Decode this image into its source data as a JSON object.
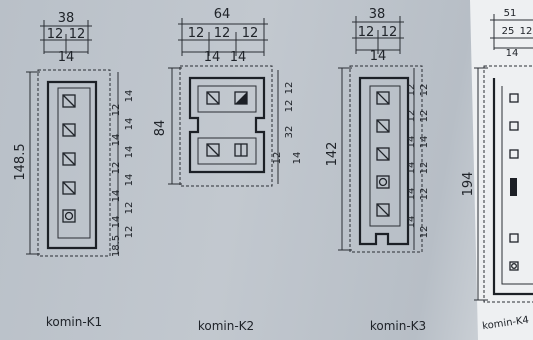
{
  "k1": {
    "caption": "komin-K1",
    "top_total": "38",
    "top_parts": [
      "12",
      "12"
    ],
    "top_sub": "14",
    "height": "148.5",
    "right_dims": [
      "14",
      "14",
      "14",
      "14",
      "12",
      "14",
      "12",
      "14",
      "12",
      "14",
      "12"
    ],
    "bottom_dim": "18.5"
  },
  "k2": {
    "caption": "komin-K2",
    "top_total": "64",
    "top_parts": [
      "12",
      "12",
      "12"
    ],
    "top_sub": [
      "14",
      "14"
    ],
    "height": "84",
    "right_dims": [
      "12",
      "12",
      "32",
      "12",
      "14"
    ]
  },
  "k3": {
    "caption": "komin-K3",
    "top_total": "38",
    "top_parts": [
      "12",
      "12"
    ],
    "top_sub": "14",
    "height": "142",
    "right_dims": [
      "12",
      "12",
      "12",
      "12",
      "14",
      "14",
      "14",
      "12",
      "14",
      "12",
      "14",
      "12"
    ]
  },
  "k4": {
    "caption": "komin-K4",
    "top_total": "51",
    "top_parts": [
      "25",
      "12"
    ],
    "top_sub": "14",
    "height": "194"
  }
}
